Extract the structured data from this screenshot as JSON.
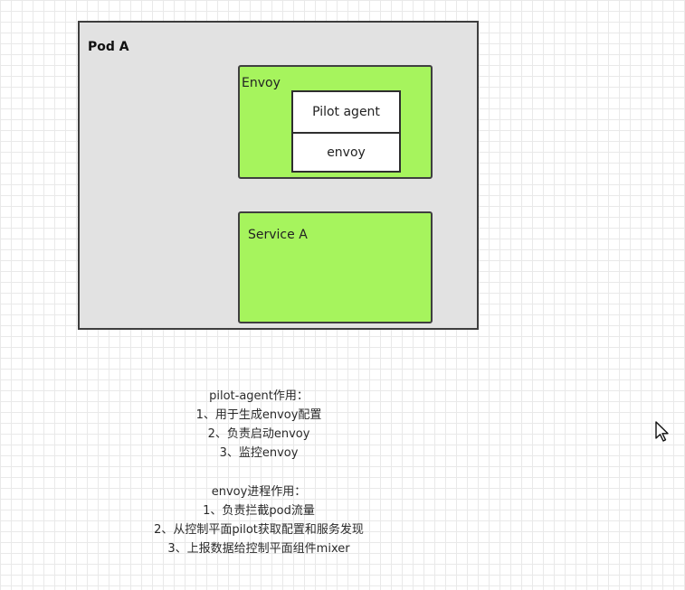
{
  "pod": {
    "title": "Pod A",
    "envoy_container": {
      "title": "Envoy",
      "cells": [
        "Pilot agent",
        "envoy"
      ]
    },
    "service_container": {
      "title": "Service A"
    }
  },
  "notes": {
    "pilot_agent": {
      "heading": "pilot-agent作用：",
      "items": [
        "1、用于生成envoy配置",
        "2、负责启动envoy",
        "3、监控envoy"
      ]
    },
    "envoy_process": {
      "heading": "envoy进程作用：",
      "items": [
        "1、负责拦截pod流量",
        "2、从控制平面pilot获取配置和服务发现",
        "3、上报数据给控制平面组件mixer"
      ]
    }
  },
  "colors": {
    "pod_fill": "#e2e2e2",
    "component_fill": "#a6f45d",
    "border": "#3e3e3e"
  },
  "icons": {
    "cursor": "mouse-pointer-icon"
  }
}
